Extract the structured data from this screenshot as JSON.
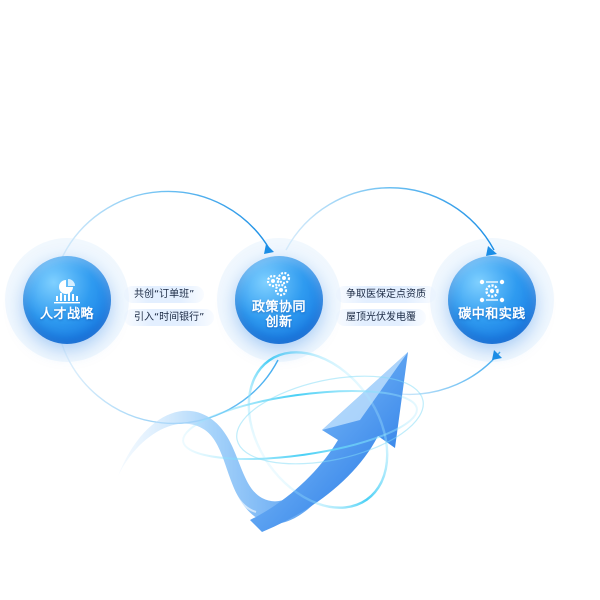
{
  "nodes": [
    {
      "label": "人才战略",
      "icon": "chart-icon"
    },
    {
      "label": "政策协同创新",
      "label_line1": "政策协同",
      "label_line2": "创新",
      "icon": "gears-icon"
    },
    {
      "label": "碳中和实践",
      "icon": "gear-cycle-icon"
    }
  ],
  "left_tags": [
    "共创“订单班”",
    "引入“时间银行”"
  ],
  "right_tags": [
    "争取医保定点资质",
    "屋顶光伏发电覆"
  ],
  "colors": {
    "node_blue": "#1a86ee",
    "ring_line": "#3aa6ee",
    "arrow_blue": "#3d8cf0",
    "pill_bg": "#e3efff"
  }
}
